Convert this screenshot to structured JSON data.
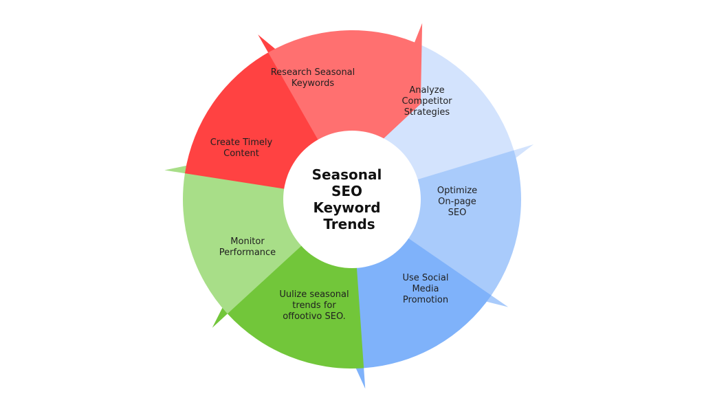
{
  "diagram": {
    "title_lines": [
      "Seasonal",
      "SEO",
      "Keyword",
      "Trends"
    ],
    "segments": [
      {
        "id": "research-seasonal-keywords",
        "lines": [
          "Research Seasonal",
          "Keywords"
        ],
        "color": "#FF7070"
      },
      {
        "id": "analyze-competitor-strategies",
        "lines": [
          "Analyze",
          "Competitor",
          "Strategies"
        ],
        "color": "#D3E3FD"
      },
      {
        "id": "optimize-on-page-seo",
        "lines": [
          "Optimize",
          "On-page",
          "SEO"
        ],
        "color": "#A9CBFB"
      },
      {
        "id": "use-social-media-promotion",
        "lines": [
          "Use Social",
          "Media",
          "Promotion"
        ],
        "color": "#7FB2FA"
      },
      {
        "id": "utilize-seasonal-trends",
        "lines": [
          "Uulize seasonal",
          "trends for",
          "offootivo SEO."
        ],
        "color": "#72C63A"
      },
      {
        "id": "monitor-performance",
        "lines": [
          "Monitor",
          "Performance"
        ],
        "color": "#A8DE88"
      },
      {
        "id": "create-timely-content",
        "lines": [
          "Create Timely",
          "Content"
        ],
        "color": "#FF4242"
      }
    ]
  }
}
